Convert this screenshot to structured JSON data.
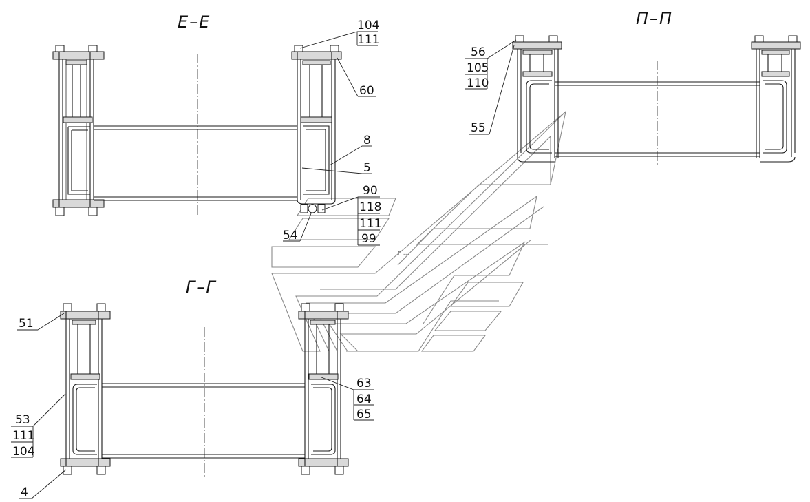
{
  "views": {
    "ee": {
      "title": "Е–Е"
    },
    "pp": {
      "title": "П–П"
    },
    "gg": {
      "title": "Г–Г"
    }
  },
  "callouts": {
    "ee_top": [
      "104",
      "111"
    ],
    "ee_60": "60",
    "ee_8": "8",
    "ee_5": "5",
    "ee_stack": [
      "90",
      "118",
      "111",
      "99"
    ],
    "ee_54": "54",
    "pp_stack": [
      "56",
      "105",
      "110"
    ],
    "pp_55": "55",
    "gg_51": "51",
    "gg_stack_left": [
      "53",
      "111",
      "104"
    ],
    "gg_4": "4",
    "gg_stack_right": [
      "63",
      "64",
      "65"
    ]
  },
  "watermark": {
    "text": "г …"
  }
}
